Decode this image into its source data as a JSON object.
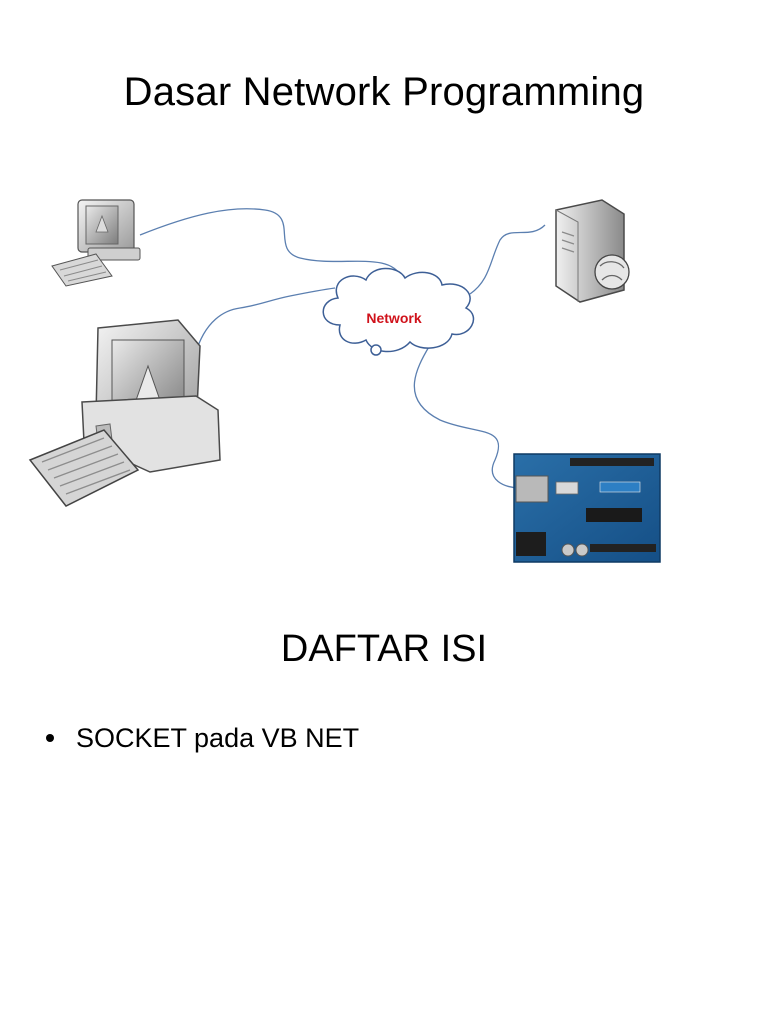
{
  "slide": {
    "title": "Dasar Network Programming",
    "diagram": {
      "cloud_label": "Network",
      "cloud_label_color": "#d0121b",
      "link_color": "#5b7fb0",
      "nodes": [
        "computer-icon",
        "computer-icon",
        "server-icon",
        "arduino-board-icon"
      ]
    },
    "section_title": "DAFTAR ISI",
    "bullets": [
      {
        "text": "SOCKET  pada VB NET"
      }
    ]
  }
}
